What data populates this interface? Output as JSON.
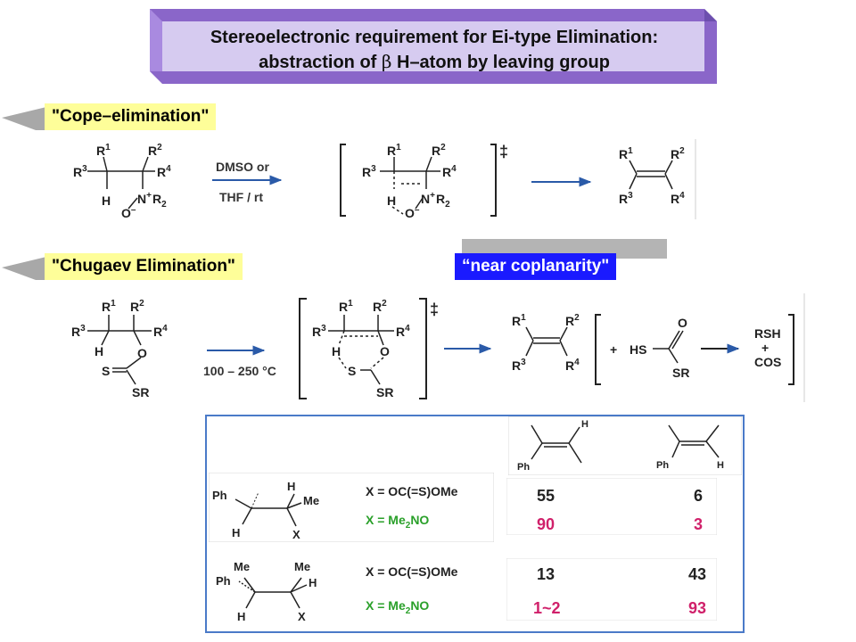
{
  "title": {
    "line1": "Stereoelectronic requirement for Ei-type Elimination:",
    "line2_prefix": "abstraction of ",
    "line2_symbol": "β",
    "line2_suffix": " H–atom by leaving group"
  },
  "labels": {
    "cope": "\"Cope–elimination\"",
    "chugaev": "\"Chugaev Elimination\"",
    "coplanarity": "“near coplanarity\""
  },
  "cope": {
    "conditions_top": "DMSO or",
    "conditions_bottom": "THF / rt",
    "ts_mark": "‡"
  },
  "chugaev": {
    "conditions": "100 – 250 °C",
    "ts_mark": "‡",
    "plus": "+",
    "byproduct1": "RSH",
    "byproduct_plus": "+",
    "byproduct2": "COS"
  },
  "atoms": {
    "R1": "R",
    "R2": "R",
    "R3": "R",
    "R4": "R",
    "R": "R",
    "H": "H",
    "N": "N",
    "O": "O",
    "S": "S",
    "SR": "SR",
    "HS": "HS",
    "sup1": "1",
    "sup2": "2",
    "sup3": "3",
    "sup4": "4",
    "plus_sup": "+",
    "minus_sup": "–",
    "sub2": "2",
    "Ph": "Ph",
    "Me": "Me",
    "X": "X"
  },
  "table": {
    "row1_x_oc": "X = OC(=S)OMe",
    "row1_x_me2no_prefix": "X = Me",
    "row1_x_me2no_sub": "2",
    "row1_x_me2no_suffix": "NO",
    "row1_values": {
      "oc_left": "55",
      "oc_right": "6",
      "no_left": "90",
      "no_right": "3"
    },
    "row2_x_oc": "X = OC(=S)OMe",
    "row2_x_me2no_prefix": "X = Me",
    "row2_x_me2no_sub": "2",
    "row2_x_me2no_suffix": "NO",
    "row2_values": {
      "oc_left": "13",
      "oc_right": "43",
      "no_left": "1~2",
      "no_right": "93"
    }
  },
  "colors": {
    "banner_purple": "#9b7dd4",
    "banner_light": "#c8b8ec",
    "label_yellow": "#fefe99",
    "label_blue": "#1a1aff",
    "arrow_blue": "#2a5aa8",
    "green_text": "#2aa02a",
    "red_value": "#d0206a",
    "panel_border": "#4a7ac8"
  }
}
